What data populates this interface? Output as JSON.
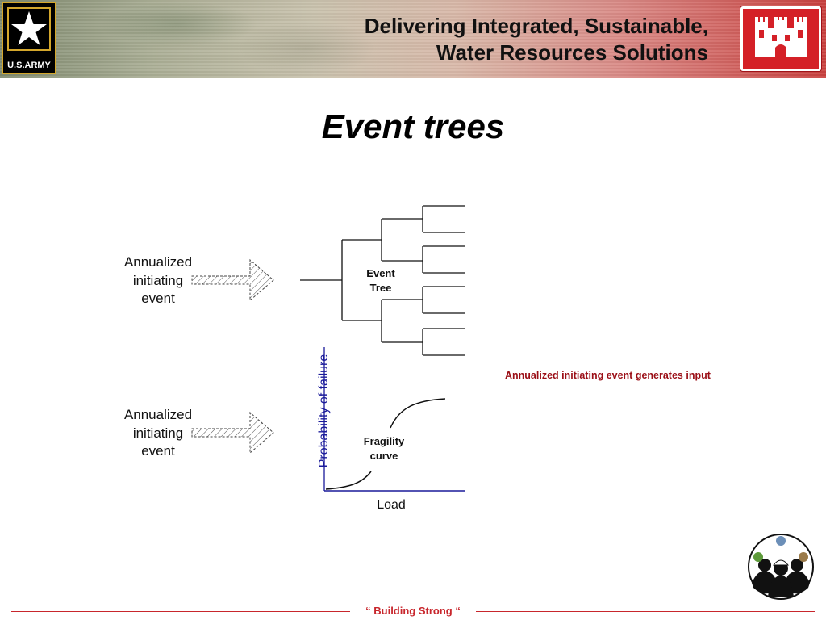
{
  "header": {
    "title_line1": "Delivering Integrated, Sustainable,",
    "title_line2": "Water Resources Solutions",
    "army_logo_text": "U.S.ARMY"
  },
  "slide": {
    "title": "Event trees",
    "initiating_label_top": [
      "Annualized",
      "initiating",
      "event"
    ],
    "initiating_label_bottom": [
      "Annualized",
      "initiating",
      "event"
    ],
    "event_tree_label": [
      "Event",
      "Tree"
    ],
    "fragility_label": [
      "Fragility",
      "curve"
    ],
    "y_axis_label": "Probability of failure",
    "x_axis_label": "Load",
    "side_note": "Annualized initiating event generates input"
  },
  "footer": {
    "motto": "“ Building  Strong “"
  },
  "colors": {
    "accent_red": "#c8262c",
    "note_red": "#9b0f17",
    "axis_blue": "#1a1a9a"
  },
  "icons": [
    "army-star-icon",
    "castle-icon",
    "people-icon",
    "arrow-icon"
  ]
}
